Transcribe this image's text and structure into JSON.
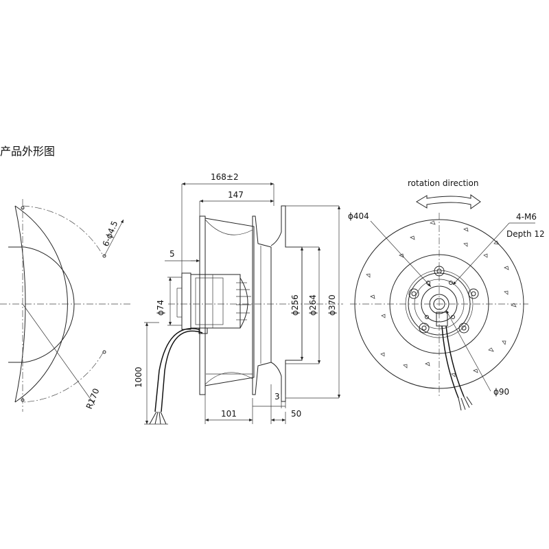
{
  "title": "产品外形图",
  "left_view": {
    "hole_label": "6-ϕ4.5",
    "radius_label": "R170"
  },
  "side_view": {
    "overall_length": "168±2",
    "impeller_length": "147",
    "flange_offset": "5",
    "hub_diameter": "ϕ74",
    "cable_length": "1000",
    "inlet_diameter": "ϕ256",
    "nozzle_diameter": "ϕ264",
    "impeller_diameter": "ϕ370",
    "ring_thickness": "3",
    "base_length": "101",
    "ring_depth": "50"
  },
  "front_view": {
    "rotation_label": "rotation direction",
    "bolt_circle": "ϕ404",
    "thread_spec": "4-M6",
    "thread_depth": "Depth 12",
    "hub_bolt_circle": "ϕ90"
  },
  "colors": {
    "line": "#222222",
    "background": "#ffffff"
  }
}
